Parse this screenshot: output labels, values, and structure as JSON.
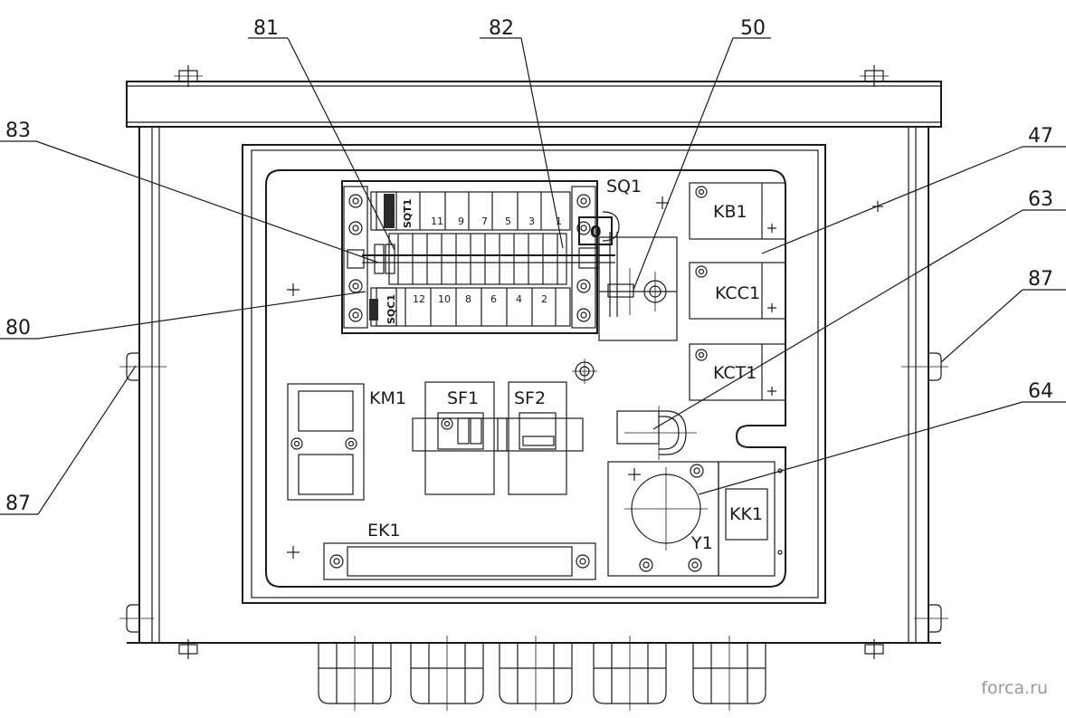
{
  "callouts": [
    "81",
    "82",
    "50",
    "83",
    "47",
    "63",
    "87",
    "80",
    "87",
    "64"
  ],
  "labels": {
    "sq1": "SQ1",
    "kb1": "KB1",
    "kcc1": "KCC1",
    "kct1": "KCT1",
    "km1": "KM1",
    "sf1": "SF1",
    "sf2": "SF2",
    "ek1": "EK1",
    "kk1": "KK1",
    "y1": "Y1",
    "sqt1": "SQT1",
    "sqc1": "SQC1",
    "zero": "0"
  },
  "terminals": {
    "top": [
      "11",
      "9",
      "7",
      "5",
      "3",
      "1"
    ],
    "bottom": [
      "12",
      "10",
      "8",
      "6",
      "4",
      "2"
    ]
  },
  "watermark": "forca.ru"
}
